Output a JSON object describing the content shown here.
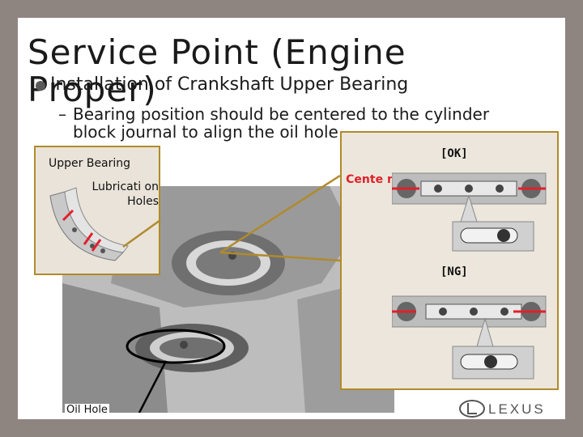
{
  "slide": {
    "title": "Service Point (Engine Proper)",
    "bullet1": "Installation of Crankshaft Upper Bearing",
    "bullet2_dash": "–",
    "bullet2": "Bearing position should be centered to the cylinder block journal to align the oil hole"
  },
  "callout": {
    "title": "Upper Bearing",
    "lubrication": "Lubricati on Holes"
  },
  "diagram": {
    "ok_label": "[OK]",
    "ng_label": "[NG]",
    "center_label": "Cente r"
  },
  "photo": {
    "oil_hole_label": "Oil Hole"
  },
  "brand": {
    "name": "LEXUS"
  },
  "colors": {
    "background": "#8f8580",
    "frame": "#b08a2c",
    "arrow": "#e0202a",
    "box_fill": "#ece6dc"
  }
}
